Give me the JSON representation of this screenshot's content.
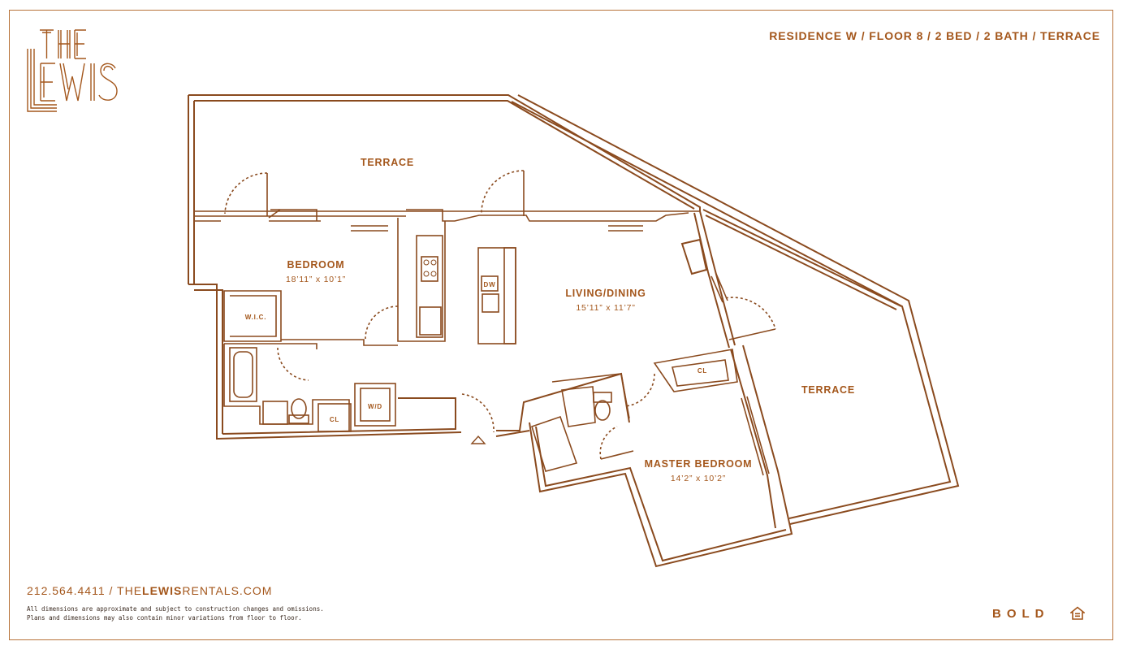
{
  "brand": {
    "logo_line1": "THE",
    "logo_line2": "LEWIS",
    "developer": "BOLD"
  },
  "header": {
    "residence_info": "RESIDENCE W / FLOOR 8 / 2 BED / 2 BATH / TERRACE"
  },
  "footer": {
    "phone": "212.564.4411",
    "separator": " / ",
    "website_prefix": "THE",
    "website_bold": "LEWIS",
    "website_suffix": "RENTALS.COM",
    "disclaimer_line1": "All dimensions are approximate and subject to construction changes and omissions.",
    "disclaimer_line2": "Plans and dimensions may also contain minor variations from floor to floor."
  },
  "rooms": {
    "terrace_north": "TERRACE",
    "terrace_east": "TERRACE",
    "bedroom": {
      "name": "BEDROOM",
      "size": "18’11” x 10’1”"
    },
    "living": {
      "name": "LIVING/DINING",
      "size": "15’11” x 11’7”"
    },
    "master": {
      "name": "MASTER BEDROOM",
      "size": "14’2” x 10’2”"
    },
    "wic": "W.I.C.",
    "closet_hall": "CL",
    "closet_master": "CL",
    "washer_dryer": "W/D",
    "dishwasher": "DW"
  },
  "colors": {
    "accent": "#a4571c",
    "line": "#8a4a1e",
    "border": "#b8733a",
    "background": "#ffffff"
  },
  "icons": [
    "the-lewis-logo",
    "equal-housing-icon",
    "entry-arrow-icon",
    "stove-icon"
  ]
}
